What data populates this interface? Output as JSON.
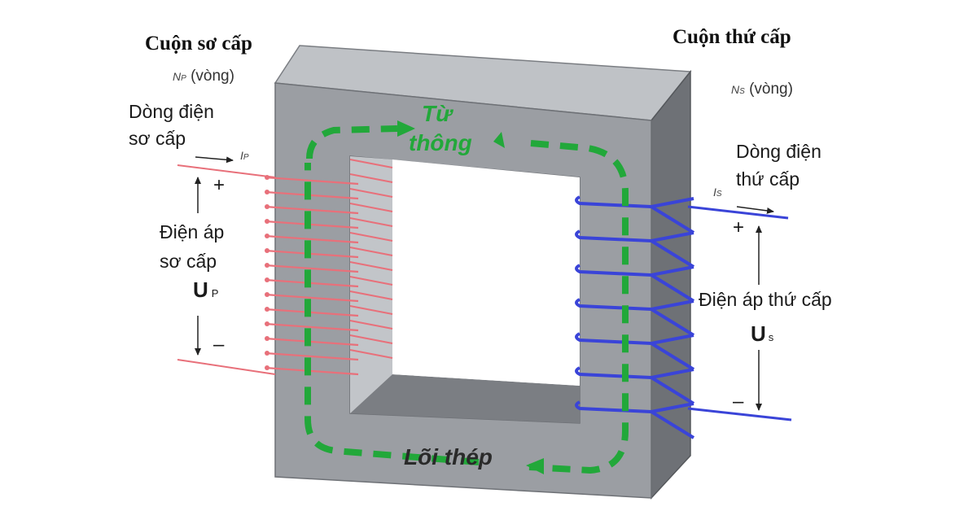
{
  "primary": {
    "title": "Cuộn sơ cấp",
    "turns_symbol": "N",
    "turns_sub": "P",
    "turns_unit": "(vòng)",
    "current_label_1": "Dòng điện",
    "current_label_2": "sơ cấp",
    "current_symbol": "I",
    "current_sub": "P",
    "voltage_label_1": "Điện áp",
    "voltage_label_2": "sơ cấp",
    "voltage_symbol": "U",
    "voltage_sub": "P",
    "plus": "+",
    "minus": "–"
  },
  "secondary": {
    "title": "Cuộn thứ cấp",
    "turns_symbol": "N",
    "turns_sub": "S",
    "turns_unit": "(vòng)",
    "current_label_1": "Dòng điện",
    "current_label_2": "thứ cấp",
    "current_symbol": "I",
    "current_sub": "S",
    "voltage_label": "Điện áp thứ cấp",
    "voltage_symbol": "U",
    "voltage_sub": "s",
    "plus": "+",
    "minus": "–"
  },
  "flux_label_1": "Từ",
  "flux_label_2": "thông",
  "core_label": "Lõi thép",
  "colors": {
    "core_front": "#9b9ea3",
    "core_top": "#bfc2c6",
    "core_side": "#6e7176",
    "primary_wire": "#e8707a",
    "secondary_wire": "#3a44d8",
    "flux": "#22a83a"
  },
  "primary_turn_count": 14,
  "secondary_turn_count": 7
}
